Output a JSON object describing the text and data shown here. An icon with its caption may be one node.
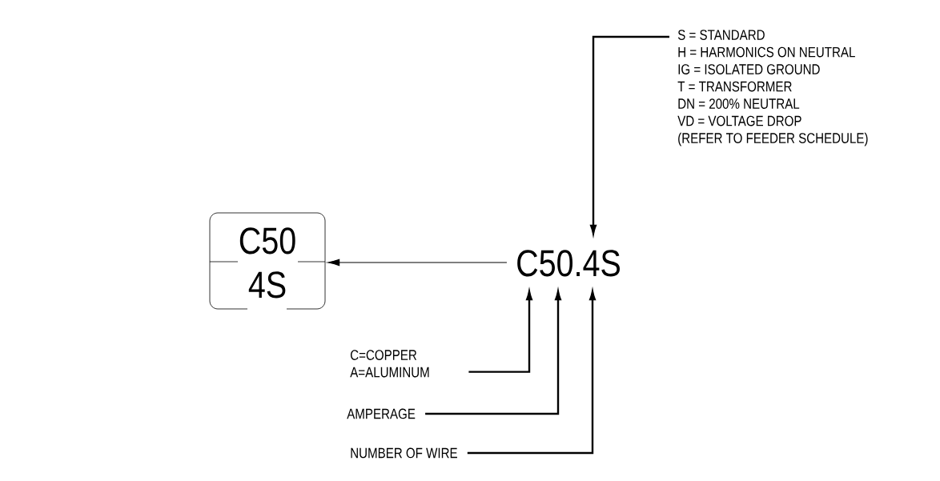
{
  "diagram": {
    "nodes": [
      {
        "text": [
          "C50",
          "4S"
        ]
      },
      {
        "text": [
          "C50.4S"
        ]
      },
      {
        "text": [
          "C=COPPER A=ALUMINUM"
        ]
      },
      {
        "text": [
          "AMPERAGE"
        ]
      },
      {
        "text": [
          "NUMBER OF WIRE"
        ]
      },
      {
        "text": [
          "S = STANDARD",
          "H = HARMONICS ON NEUTRAL",
          "IG = ISOLATED GROUND",
          "T = TRANSFORMER",
          "DN = 200% NEUTRAL",
          "VD = VOLTAGE DROP",
          "(REFER TO FEEDER SCHEDULE)"
        ]
      }
    ],
    "edges": [
      {
        "from": 1,
        "to": 0,
        "arrow": "to"
      },
      {
        "from": 2,
        "to": 1,
        "arrow": "to"
      },
      {
        "from": 3,
        "to": 1,
        "arrow": "to"
      },
      {
        "from": 4,
        "to": 1,
        "arrow": "to"
      },
      {
        "from": 5,
        "to": 1,
        "arrow": "to"
      }
    ]
  }
}
